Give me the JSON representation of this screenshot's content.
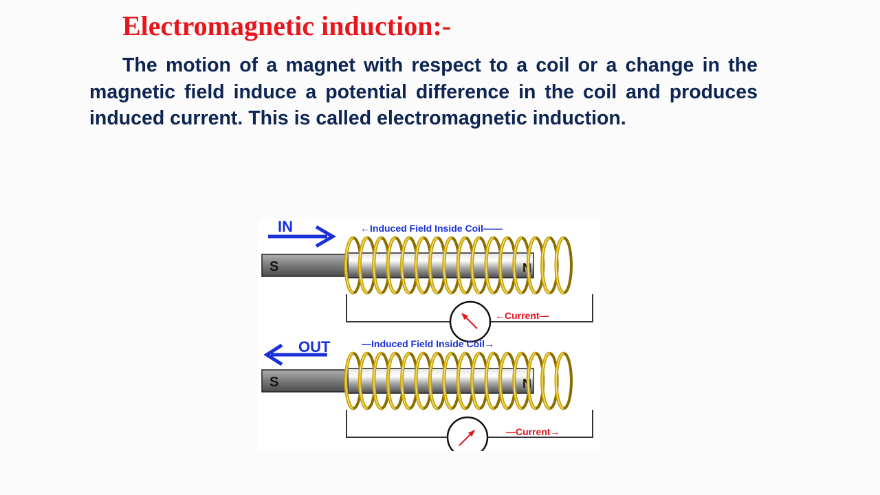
{
  "slide": {
    "title": "Electromagnetic induction:-",
    "body": "The motion of a magnet with respect to a coil or a change in the magnetic field induce a potential difference in the coil and produces induced current. This is called electromagnetic induction."
  },
  "diagram": {
    "top": {
      "motion_label": "IN",
      "field_label": "←Induced Field Inside Coil——",
      "current_label": "←Current—",
      "magnet_pole_left": "S",
      "magnet_pole_right": "N"
    },
    "bottom": {
      "motion_label": "OUT",
      "field_label": "—Induced Field Inside Coil→",
      "current_label": "—Current→",
      "magnet_pole_left": "S",
      "magnet_pole_right": "N"
    }
  },
  "colors": {
    "title": "#e8161c",
    "body": "#0e2552",
    "label_blue": "#1a2fd6",
    "label_red": "#e3141b",
    "coil": "#c9a200"
  }
}
